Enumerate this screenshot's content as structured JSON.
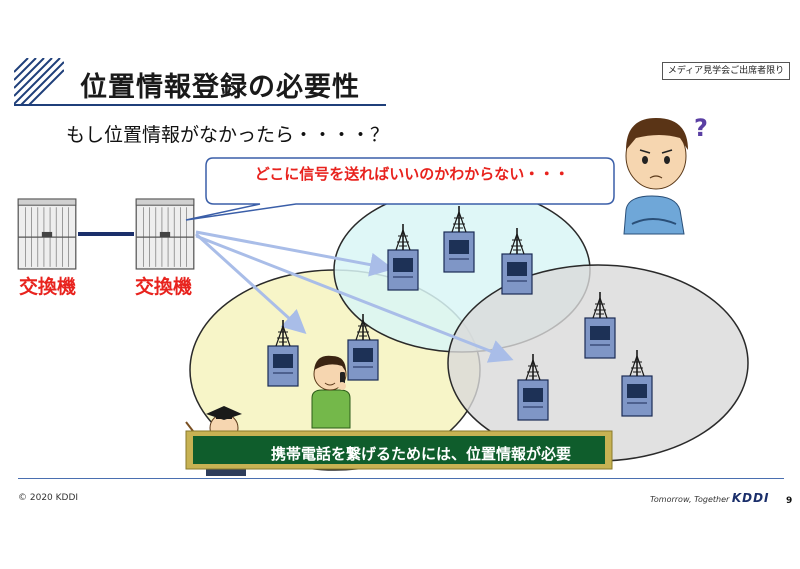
{
  "slide": {
    "title": "位置情報登録の必要性",
    "badge": "メディア見学会ご出席者限り",
    "subtitle": "もし位置情報がなかったら・・・・？",
    "speech": "どこに信号を送ればいいのかわからない・・・",
    "exchange_label_1": "交換機",
    "exchange_label_2": "交換機",
    "banner": "携帯電話を繋げるためには、位置情報が必要",
    "question_mark": "?",
    "copyright": "© 2020 KDDI",
    "brand_tagline": "Tomorrow, Together",
    "brand_logo": "KDDI",
    "page_number": "9"
  },
  "colors": {
    "accent_red": "#e8231e",
    "navy": "#1f3f7a",
    "zone_yellow": "#f7f5c8",
    "zone_cyan": "#d9f6f6",
    "zone_gray": "#dedede",
    "banner_green": "#0f5d2c",
    "banner_frame": "#c7b253",
    "arrow_blue": "#a9bde8"
  },
  "icons": {
    "corner": "diagonal-stripes-icon",
    "exchange": "server-rack-icon",
    "tower": "cell-tower-icon",
    "person": "person-icon",
    "teacher": "teacher-icon"
  }
}
